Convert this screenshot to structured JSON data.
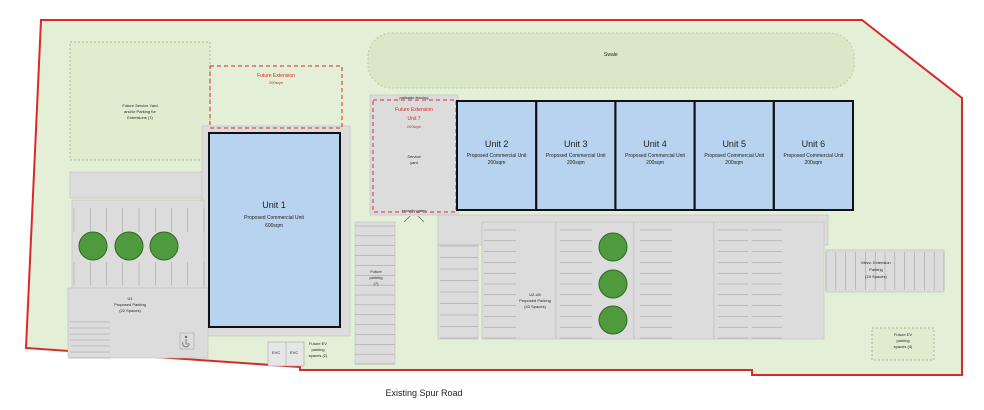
{
  "swale": {
    "label": "Swale"
  },
  "future_service_yard": {
    "lines": [
      "Future Service Yard",
      "and/or Parking for",
      "Extensions (7)"
    ]
  },
  "future_extension_left": {
    "title": "Future Extension",
    "area": "200sqm"
  },
  "future_extension_right": {
    "title": "Future Extension",
    "unit": "Unit 7",
    "area": "200sqm"
  },
  "service_yard": {
    "lines": [
      "Service",
      "yard"
    ],
    "fence_label": "palisade fencing",
    "gate_label": "security gates"
  },
  "unit1": {
    "title": "Unit 1",
    "type": "Proposed Commercial Unit",
    "area": "600sqm"
  },
  "units": [
    {
      "title": "Unit 2",
      "type": "Proposed Commercial Unit",
      "area": "200sqm"
    },
    {
      "title": "Unit 3",
      "type": "Proposed Commercial Unit",
      "area": "200sqm"
    },
    {
      "title": "Unit 4",
      "type": "Proposed Commercial Unit",
      "area": "200sqm"
    },
    {
      "title": "Unit 5",
      "type": "Proposed Commercial Unit",
      "area": "200sqm"
    },
    {
      "title": "Unit 6",
      "type": "Proposed Commercial Unit",
      "area": "200sqm"
    }
  ],
  "u1_parking": {
    "lines": [
      "U1",
      "Proposed Parking",
      "(22 Spaces)"
    ]
  },
  "future_parking": {
    "lines": [
      "Future",
      "parking",
      "(7)"
    ]
  },
  "u2u6_parking": {
    "lines": [
      "U2-U6",
      "Proposed Parking",
      "(43 Spaces)"
    ]
  },
  "mezz_parking": {
    "lines": [
      "Mezz. Extension",
      "Parking",
      "(15 Spaces)"
    ]
  },
  "future_ev_left": {
    "lines": [
      "Future EV",
      "parking",
      "spaces (2)"
    ]
  },
  "future_ev_right": {
    "lines": [
      "Future EV",
      "parking",
      "spaces (4)"
    ]
  },
  "ev_bay_label": "EVC",
  "road": {
    "label": "Existing Spur Road"
  },
  "colors": {
    "grass": "#e3efd6",
    "boundary": "#d62b2b",
    "unit_fill": "#b7d3ef",
    "paving": "#dcdcdc",
    "tree": "#4f9a3c"
  }
}
